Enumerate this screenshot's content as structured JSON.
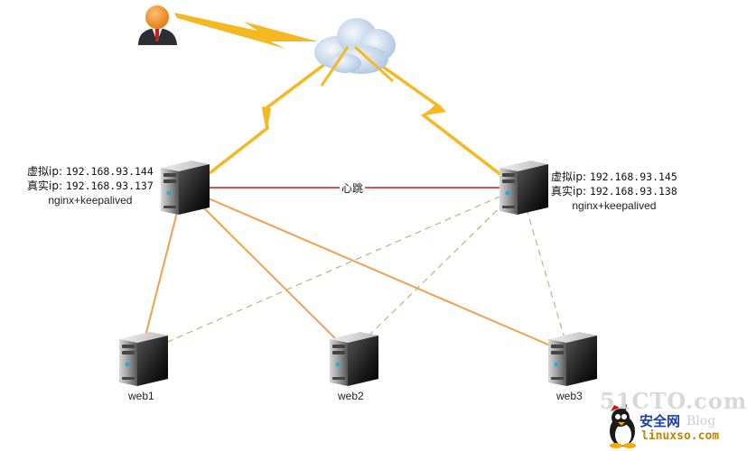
{
  "diagram": {
    "nodes": {
      "user": {
        "label": "user"
      },
      "cloud": {
        "label": "internet"
      },
      "lb1": {
        "vip_label": "虚拟ip:",
        "vip": "192.168.93.144",
        "rip_label": "真实ip:",
        "rip": "192.168.93.137",
        "software": "nginx+keepalived"
      },
      "lb2": {
        "vip_label": "虚拟ip:",
        "vip": "192.168.93.145",
        "rip_label": "真实ip:",
        "rip": "192.168.93.138",
        "software": "nginx+keepalived"
      },
      "web1": {
        "label": "web1"
      },
      "web2": {
        "label": "web2"
      },
      "web3": {
        "label": "web3"
      }
    },
    "heartbeat_label": "心跳",
    "edges": [
      {
        "from": "user",
        "to": "cloud",
        "type": "lightning"
      },
      {
        "from": "cloud",
        "to": "lb1",
        "type": "lightning"
      },
      {
        "from": "cloud",
        "to": "lb2",
        "type": "lightning"
      },
      {
        "from": "lb1",
        "to": "lb2",
        "type": "heartbeat"
      },
      {
        "from": "lb1",
        "to": "web1",
        "type": "active"
      },
      {
        "from": "lb1",
        "to": "web2",
        "type": "active"
      },
      {
        "from": "lb1",
        "to": "web3",
        "type": "active"
      },
      {
        "from": "lb2",
        "to": "web1",
        "type": "backup"
      },
      {
        "from": "lb2",
        "to": "web2",
        "type": "backup"
      },
      {
        "from": "lb2",
        "to": "web3",
        "type": "backup"
      }
    ],
    "colors": {
      "lightning": "#f5b820",
      "heartbeat": "#d9534f",
      "active": "#f0a050",
      "backup": "#a8c080"
    }
  },
  "watermark": {
    "site": "51CTO.com",
    "blog": "Blog",
    "brand": "安全网",
    "url": "linuxso.com"
  }
}
